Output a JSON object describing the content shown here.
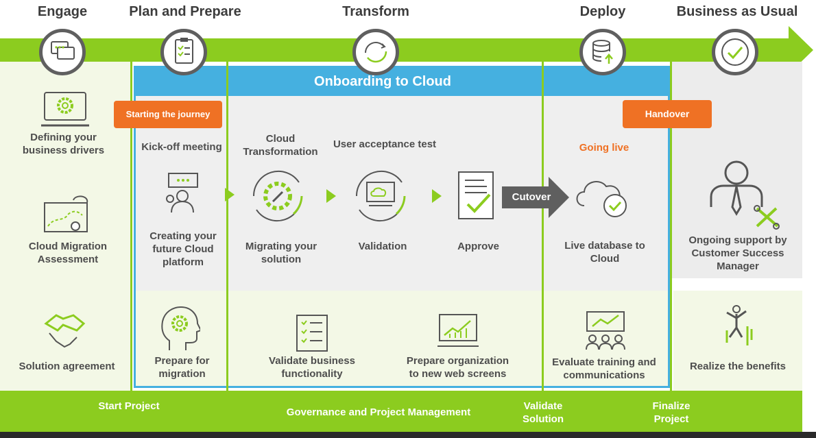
{
  "colors": {
    "green": "#8ccc1f",
    "blue": "#45b0e0",
    "orange": "#ef7124",
    "grey": "#efefef",
    "dark": "#5f5f5f"
  },
  "phases": [
    "Engage",
    "Plan and Prepare",
    "Transform",
    "Deploy",
    "Business as Usual"
  ],
  "banner": "Onboarding to Cloud",
  "badges": {
    "start": "Starting the journey",
    "handover": "Handover",
    "cutover": "Cutover"
  },
  "engage": {
    "drivers": "Defining your business drivers",
    "assessment": "Cloud Migration Assessment",
    "agreement": "Solution agreement"
  },
  "plan": {
    "kickoff": "Kick-off meeting",
    "platform": "Creating your future Cloud platform",
    "prepare": "Prepare for migration"
  },
  "transform": {
    "cloud_transformation": "Cloud Transformation",
    "uat": "User acceptance test",
    "migrating": "Migrating your solution",
    "validation": "Validation",
    "approve": "Approve",
    "validate_business": "Validate business functionality",
    "prepare_org": "Prepare organization to new web screens"
  },
  "deploy": {
    "going_live": "Going live",
    "live_db": "Live database to Cloud",
    "evaluate": "Evaluate training and communications"
  },
  "bau": {
    "ongoing": "Ongoing support by Customer Success Manager",
    "realize": "Realize the benefits"
  },
  "bottom": {
    "start": "Start Project",
    "governance": "Governance and Project Management",
    "validate": "Validate Solution",
    "finalize": "Finalize Project"
  },
  "icons": [
    "chat-icon",
    "clipboard-checklist-icon",
    "refresh-cycle-icon",
    "database-upload-icon",
    "checkmark-icon",
    "laptop-gear-icon",
    "map-route-icon",
    "handshake-icon",
    "meeting-person-icon",
    "gear-cycle-icon",
    "cloud-monitor-icon",
    "document-check-icon",
    "cloud-check-icon",
    "manager-icon",
    "head-gear-icon",
    "checklist-icon",
    "growth-chart-icon",
    "training-icon",
    "celebration-icon"
  ]
}
